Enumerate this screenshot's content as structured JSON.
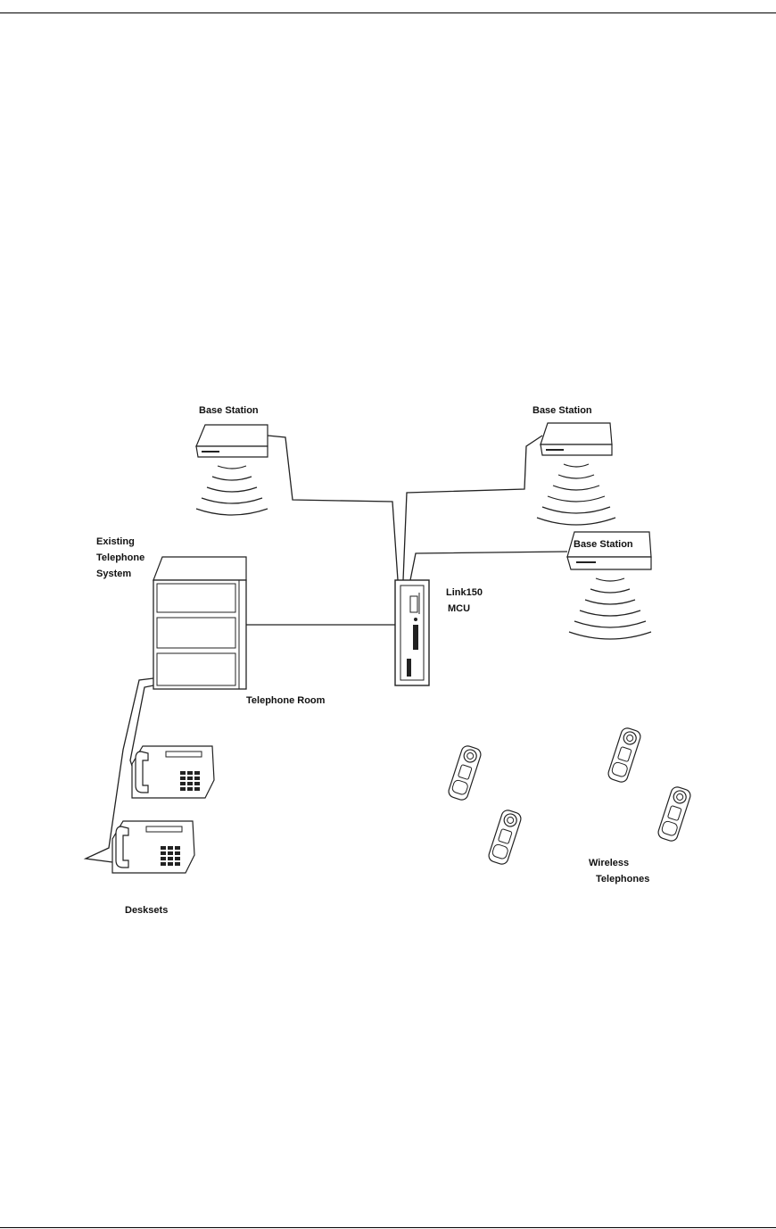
{
  "labels": {
    "base_station_1": "Base Station",
    "base_station_2": "Base Station",
    "base_station_3": "Base Station",
    "existing_system": [
      "Existing",
      "Telephone",
      "System"
    ],
    "mcu": [
      "Link150",
      "MCU"
    ],
    "telephone_room": "Telephone Room",
    "desksets": "Desksets",
    "wireless": [
      "Wireless",
      "Telephones"
    ]
  }
}
